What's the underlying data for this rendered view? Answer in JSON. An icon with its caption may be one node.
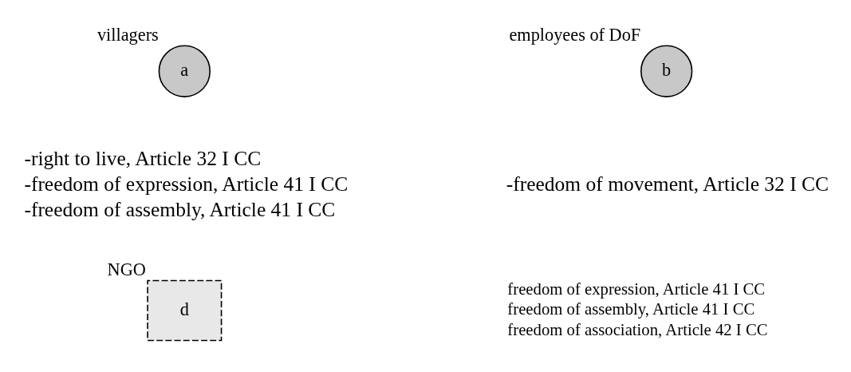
{
  "diagram": {
    "nodes": [
      {
        "text": [
          "villagers",
          "a"
        ]
      },
      {
        "text": [
          "employees of DoF",
          "b"
        ]
      },
      {
        "text": [
          "NGO",
          "d"
        ]
      }
    ],
    "edges": [],
    "labels": [
      "-right to live, Article 32 I CC",
      "-freedom of expression, Article 41 I CC",
      "-freedom of assembly, Article 41 I CC",
      "-freedom of movement, Article 32 I CC",
      "freedom of expression, Article 41 I CC",
      "freedom of assembly, Article 41 I CC",
      "freedom of association, Article 42 I CC"
    ]
  }
}
